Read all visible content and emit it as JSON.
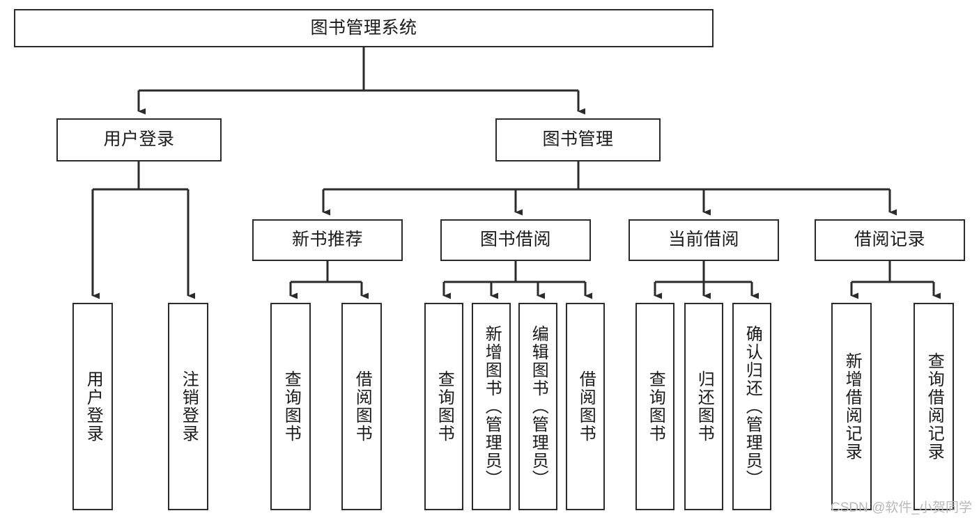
{
  "diagram": {
    "title": "图书管理系统",
    "type": "tree-hierarchy-chart",
    "watermark": "CSDN @软件_小贺同学",
    "colors": {
      "background": "#ffffff",
      "border": "#2b2b2b",
      "text": "#1a1a1a",
      "edge": "#2b2b2b",
      "watermark": "#b9b9b9"
    },
    "root": {
      "label": "图书管理系统"
    },
    "level2": [
      {
        "label": "用户登录"
      },
      {
        "label": "图书管理"
      }
    ],
    "level3": [
      {
        "label": "新书推荐"
      },
      {
        "label": "图书借阅"
      },
      {
        "label": "当前借阅"
      },
      {
        "label": "借阅记录"
      }
    ],
    "leaves": {
      "user_login": [
        {
          "label": "用户登录"
        },
        {
          "label": "注销登录"
        }
      ],
      "new_book_recommend": [
        {
          "label": "查询图书"
        },
        {
          "label": "借阅图书"
        }
      ],
      "book_borrow": [
        {
          "label": "查询图书"
        },
        {
          "label": "新增图书（管理员）"
        },
        {
          "label": "编辑图书（管理员）"
        },
        {
          "label": "借阅图书"
        }
      ],
      "current_borrow": [
        {
          "label": "查询图书"
        },
        {
          "label": "归还图书"
        },
        {
          "label": "确认归还（管理员）"
        }
      ],
      "borrow_record": [
        {
          "label": "新增借阅记录"
        },
        {
          "label": "查询借阅记录"
        }
      ]
    }
  }
}
